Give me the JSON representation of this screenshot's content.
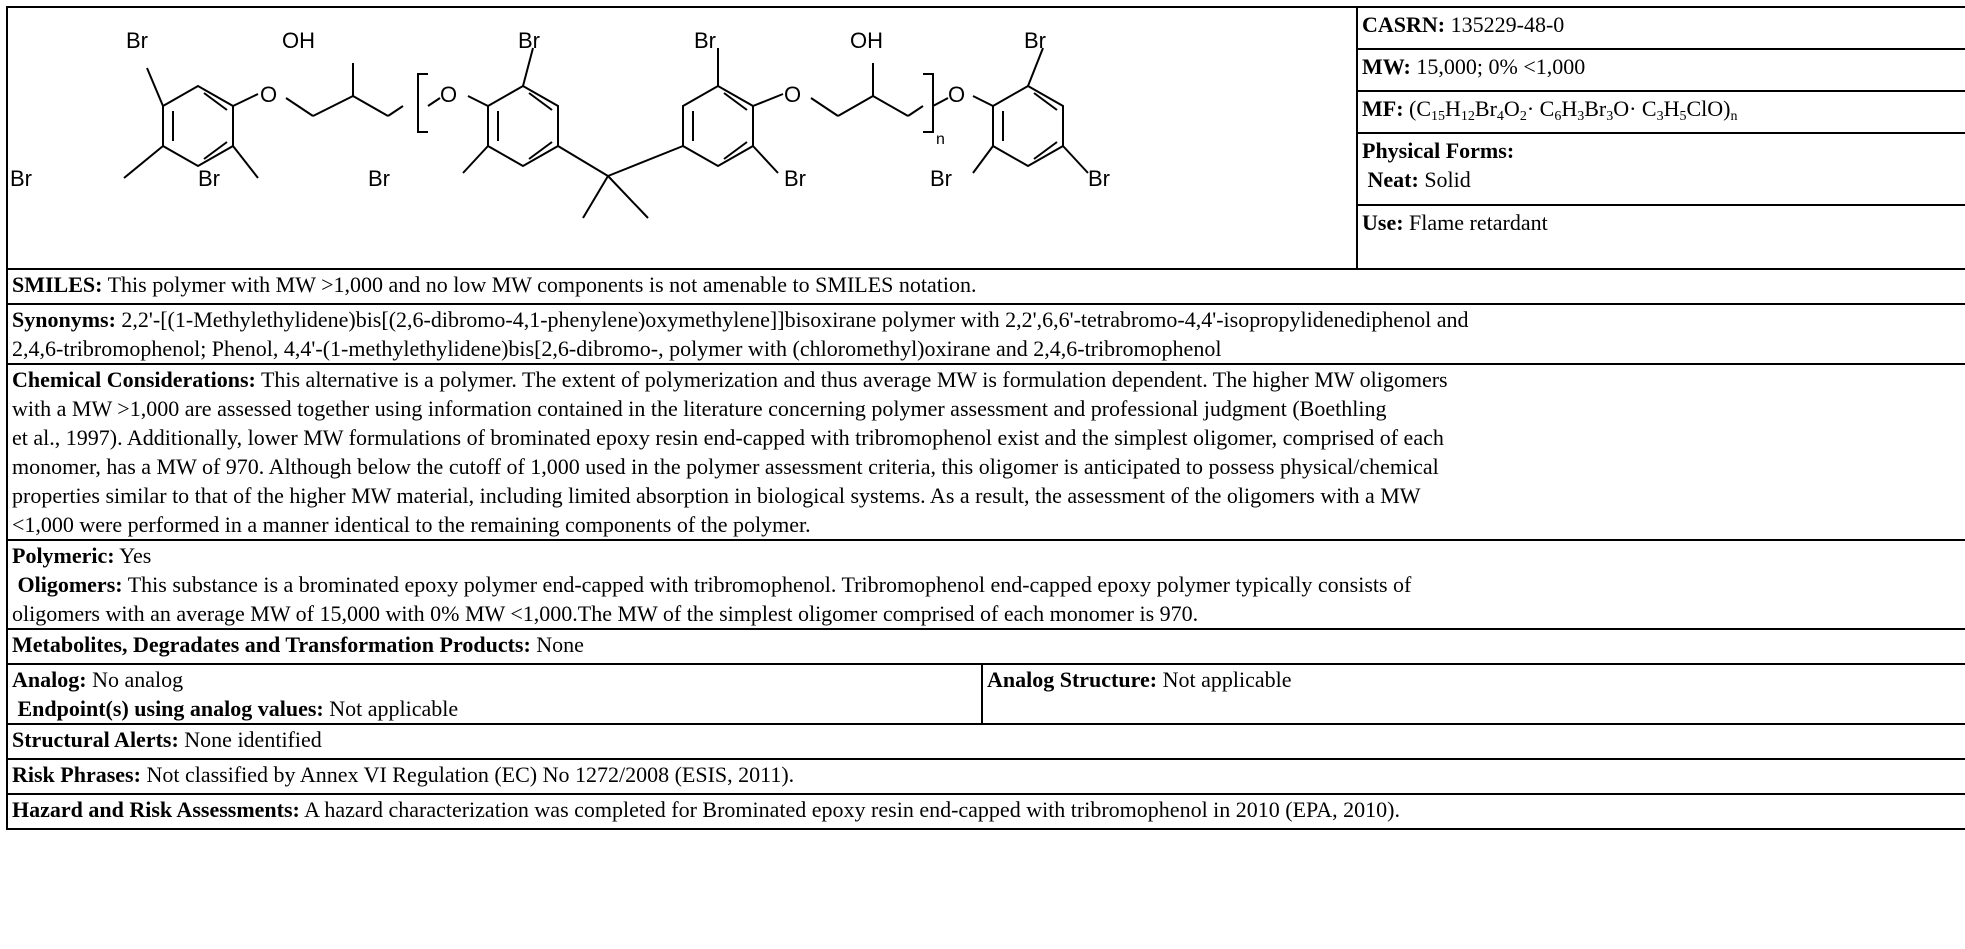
{
  "structure": {
    "atoms": {
      "br": "Br",
      "oh": "OH",
      "o": "O",
      "n": "n"
    }
  },
  "identity": {
    "casrn_label": "CASRN:",
    "casrn_value": "135229-48-0",
    "mw_label": "MW:",
    "mw_value": "15,000; 0% <1,000",
    "mf_label": "MF:",
    "mf_value_parts": [
      "(C",
      "15",
      "H",
      "12",
      "Br",
      "4",
      "O",
      "2",
      "· C",
      "6",
      "H",
      "3",
      "Br",
      "3",
      "O· C",
      "3",
      "H",
      "5",
      "ClO)",
      "n"
    ],
    "physical_forms_label": "Physical Forms:",
    "neat_label": "Neat:",
    "neat_value": "Solid",
    "use_label": "Use:",
    "use_value": "Flame retardant"
  },
  "smiles": {
    "label": "SMILES:",
    "value": "This polymer with MW >1,000 and no low MW components is not amenable to SMILES notation."
  },
  "synonyms": {
    "label": "Synonyms:",
    "line1": "2,2'-[(1-Methylethylidene)bis[(2,6-dibromo-4,1-phenylene)oxymethylene]]bisoxirane polymer with 2,2',6,6'-tetrabromo-4,4'-isopropylidenediphenol and",
    "line2": "2,4,6-tribromophenol; Phenol, 4,4'-(1-methylethylidene)bis[2,6-dibromo-, polymer with (chloromethyl)oxirane and 2,4,6-tribromophenol"
  },
  "chemical_considerations": {
    "label": "Chemical Considerations:",
    "lines": [
      "This alternative is a polymer. The extent of polymerization and thus average MW is formulation dependent. The higher MW oligomers",
      "with a MW >1,000 are assessed together using information contained in the literature concerning polymer assessment and professional judgment (Boethling",
      "et al., 1997).  Additionally, lower MW formulations of brominated epoxy resin end-capped with tribromophenol exist and the simplest oligomer, comprised of each",
      "monomer, has a MW of 970. Although below the cutoff of 1,000 used in the polymer assessment criteria, this oligomer is anticipated to possess physical/chemical",
      "properties similar to that of the higher MW material, including limited absorption in biological systems. As a result, the assessment of the oligomers with a MW",
      "<1,000 were performed in a manner identical to the remaining components of the polymer."
    ]
  },
  "polymeric": {
    "label": "Polymeric:",
    "value": "Yes",
    "oligomers_label": "Oligomers:",
    "oligomers_line1": "This substance is a brominated epoxy polymer end-capped with tribromophenol. Tribromophenol end-capped epoxy polymer typically consists of",
    "oligomers_line2": "oligomers with an average MW of 15,000 with 0% MW <1,000.The MW of the simplest oligomer comprised of each monomer is 970."
  },
  "metabolites": {
    "label": "Metabolites, Degradates and Transformation Products:",
    "value": "None"
  },
  "analog": {
    "label": "Analog:",
    "value": "No analog",
    "endpoints_label": "Endpoint(s) using analog values:",
    "endpoints_value": "Not applicable",
    "structure_label": "Analog Structure:",
    "structure_value": "Not applicable"
  },
  "structural_alerts": {
    "label": "Structural Alerts:",
    "value": "None identified"
  },
  "risk_phrases": {
    "label": "Risk Phrases:",
    "value": "Not classified by Annex VI Regulation (EC) No 1272/2008 (ESIS, 2011)."
  },
  "hazard": {
    "label": "Hazard and Risk Assessments:",
    "value": "A hazard characterization was completed for Brominated epoxy resin end-capped with tribromophenol in 2010 (EPA, 2010)."
  }
}
